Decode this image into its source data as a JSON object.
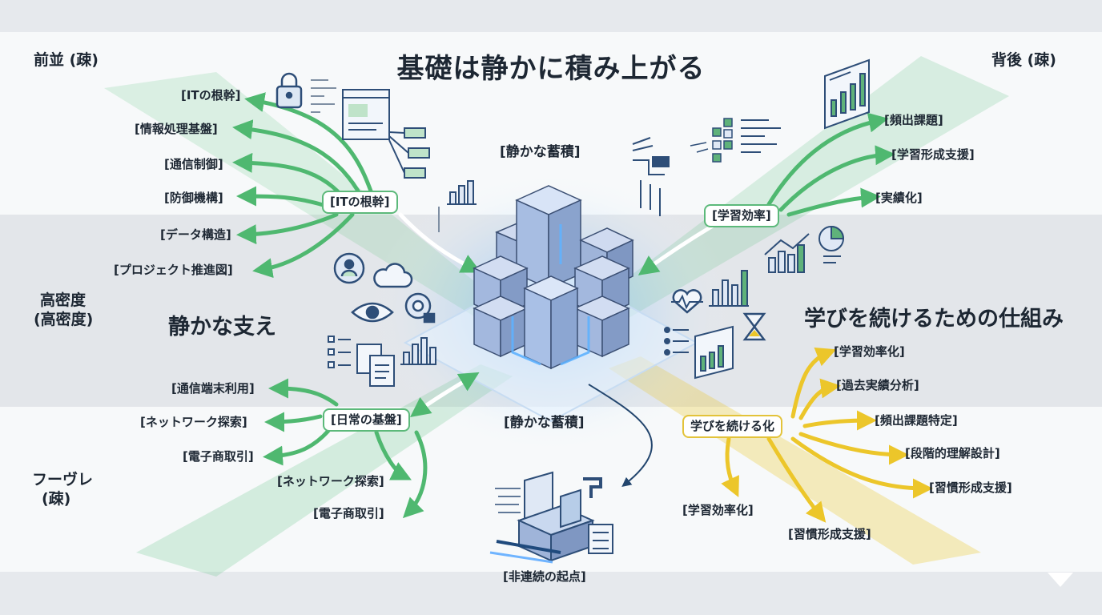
{
  "title": "基礎は静かに積み上がる",
  "corners": {
    "top_left": "前並 (疎)",
    "top_right": "背後 (疎)",
    "mid_left": [
      "高密度",
      "(高密度)"
    ],
    "bottom_left": [
      "フーヴレ",
      "(疎)"
    ]
  },
  "sections": {
    "left": "静かな支え",
    "right": "学びを続けるための仕組み"
  },
  "hubs": {
    "it": "[ITの根幹]",
    "daily": "[日常の基盤]",
    "efficiency": "[学習効率]",
    "continue": "学びを続ける化",
    "accum_top": "[静かな蓄積]",
    "accum_bottom": "[静かな蓄積]",
    "origin": "[非連続の起点]"
  },
  "branches": {
    "top_left": [
      "[ITの根幹]",
      "[情報処理基盤]",
      "[通信制御]",
      "[防御機構]",
      "[データ構造]",
      "[プロジェクト推進図]"
    ],
    "bottom_left": [
      "[通信端末利用]",
      "[ネットワーク探索]",
      "[電子商取引]",
      "[ネットワーク探索]",
      "[電子商取引]"
    ],
    "top_right": [
      "[頻出課題]",
      "[学習形成支援]",
      "[実績化]"
    ],
    "bottom_right": [
      "[学習効率化]",
      "[過去実績分析]",
      "[頻出課題特定]",
      "[段階的理解設計]",
      "[習慣形成支援]",
      "[学習効率化]",
      "[習慣形成支援]"
    ]
  },
  "colors": {
    "green": "#4fb870",
    "yellow": "#ecc62a",
    "cube_blue": "#9fb4d9",
    "glow": "#58a8ff"
  },
  "icons": [
    "lock-icon",
    "browser-window-icon",
    "flowchart-icon",
    "bar-chart-icon",
    "gear-person-icon",
    "cloud-icon",
    "eye-icon",
    "gear-lock-icon",
    "checklist-icon",
    "document-icon",
    "line-chart-icon",
    "pie-chart-icon",
    "heart-pulse-icon",
    "hourglass-icon",
    "dashboard-icon",
    "grid-blocks-icon",
    "isometric-cube-stack-icon"
  ]
}
